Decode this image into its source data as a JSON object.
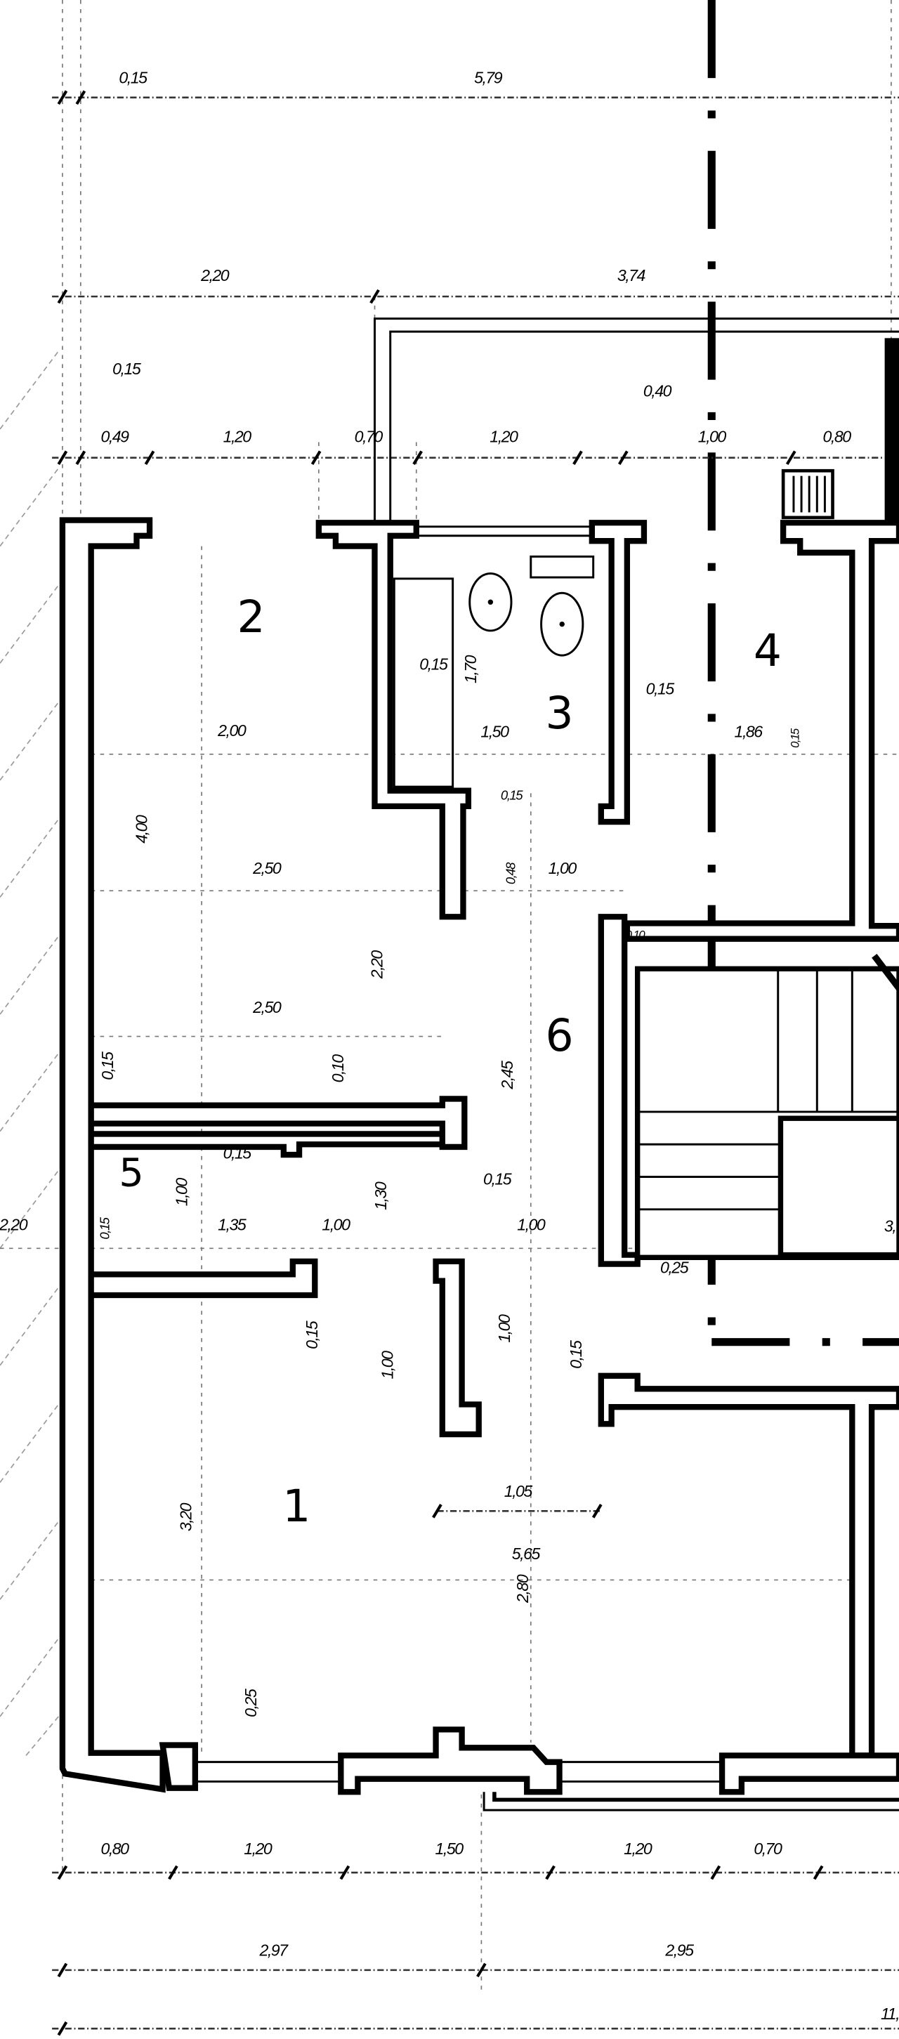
{
  "plan": {
    "rooms": [
      "1",
      "2",
      "3",
      "4",
      "5",
      "6"
    ],
    "dims_top": [
      "0,15",
      "5,79",
      "2,20",
      "3,74",
      "0,15",
      "0,40",
      "0,49",
      "1,20",
      "0,70",
      "1,20",
      "1,00",
      "0,80"
    ],
    "dims_interior": [
      "0,15",
      "1,70",
      "1,50",
      "2,00",
      "0,15",
      "1,86",
      "0,15",
      "0,15",
      "4,00",
      "2,50",
      "0,48",
      "1,00",
      "0,10",
      "2,20",
      "2,50",
      "0,15",
      "0,10",
      "2,45",
      "0,15",
      "1,00",
      "1,35",
      "1,00",
      "1,30",
      "0,15",
      "1,00",
      "0,15",
      "0,25",
      "2,20",
      "3,",
      "0,15",
      "1,00",
      "1,00",
      "0,15",
      "1,05",
      "3,20",
      "5,65",
      "2,80",
      "0,25"
    ],
    "dims_bottom": [
      "0,80",
      "1,20",
      "1,50",
      "1,20",
      "0,70",
      "2,97",
      "2,95",
      "11,"
    ]
  }
}
